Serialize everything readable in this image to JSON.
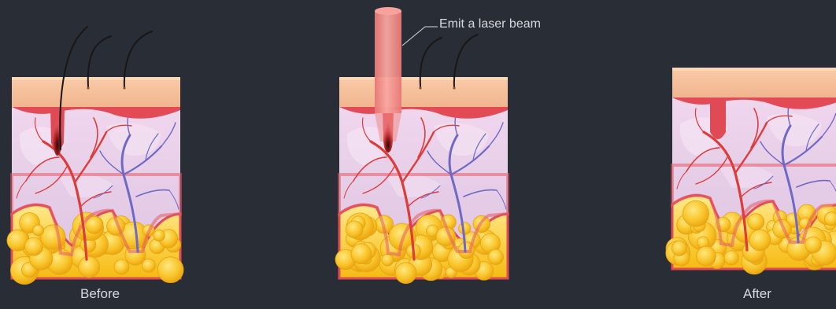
{
  "diagram": {
    "panels": [
      {
        "id": "before",
        "caption": "Before",
        "has_hair": true,
        "has_beam": false
      },
      {
        "id": "during",
        "caption": "",
        "has_hair": true,
        "has_beam": true
      },
      {
        "id": "after",
        "caption": "After",
        "has_hair": false,
        "has_beam": false
      }
    ],
    "beam_label": "Emit a laser beam"
  },
  "colors": {
    "background": "#292d36",
    "epidermis": "#f6c39d",
    "dermis": "#e6cfe6",
    "dermis_edge": "#e24a55",
    "artery": "#de3b3b",
    "vein": "#6e68c7",
    "fat": "#f6c21f",
    "hair": "#1a1616",
    "laser_beam": "#f08a86",
    "caption_text": "#d8d9dc"
  }
}
